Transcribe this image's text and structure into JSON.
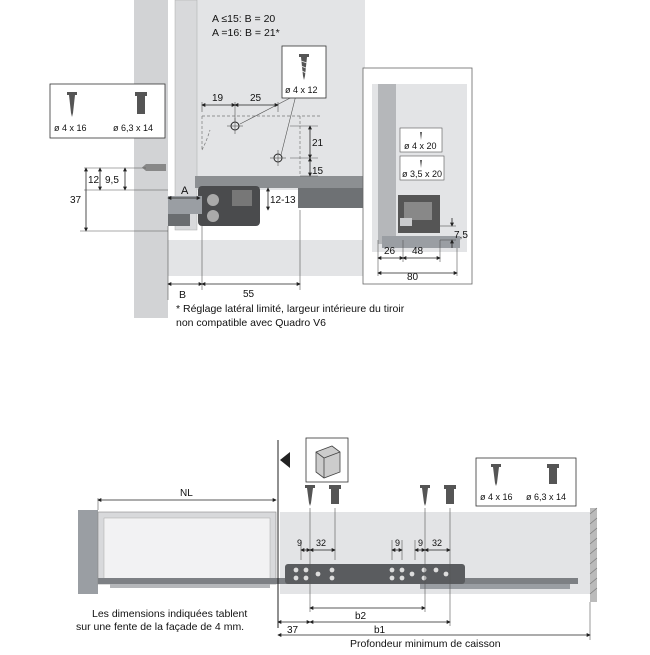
{
  "top_view": {
    "condition_line1": "A ≤15: B = 20",
    "condition_line2": "A =16: B = 21*",
    "screw_top": "ø 4 x 12",
    "screw_left_a": "ø 4 x 16",
    "screw_left_b": "ø 6,3 x 14",
    "dim_19": "19",
    "dim_25": "25",
    "dim_21": "21",
    "dim_15": "15",
    "dim_12_13": "12-13",
    "dim_12": "12",
    "dim_9_5": "9,5",
    "dim_37": "37",
    "label_A": "A",
    "label_B": "B",
    "dim_55": "55",
    "footnote_line1": "* Réglage latéral limité, largeur intérieure du tiroir",
    "footnote_line2": "non compatible avec Quadro V6"
  },
  "inset": {
    "screw_a": "ø 4 x 20",
    "screw_b": "ø 3,5 x 20",
    "dim_7_5": "7,5",
    "dim_26": "26",
    "dim_48": "48",
    "dim_80": "80"
  },
  "side_view": {
    "label_NL": "NL",
    "screw_a": "ø 4 x 16",
    "screw_b": "ø 6,3 x 14",
    "dim_9_left": "9",
    "dim_32_left": "32",
    "dim_9_mid": "9",
    "dim_9_right": "9",
    "dim_32_right": "32",
    "dim_b2": "b2",
    "dim_37": "37",
    "dim_b1": "b1",
    "note_line1": "Les dimensions indiquées tablent",
    "note_line2": "sur une fente de la façade de 4 mm.",
    "caption": "Profondeur minimum de caisson"
  },
  "colors": {
    "panel": "#e3e4e6",
    "panel_dark": "#c9cacc",
    "steel": "#9a9ea3",
    "dark_part": "#3a3b3d",
    "shelf": "#8c8f92"
  }
}
